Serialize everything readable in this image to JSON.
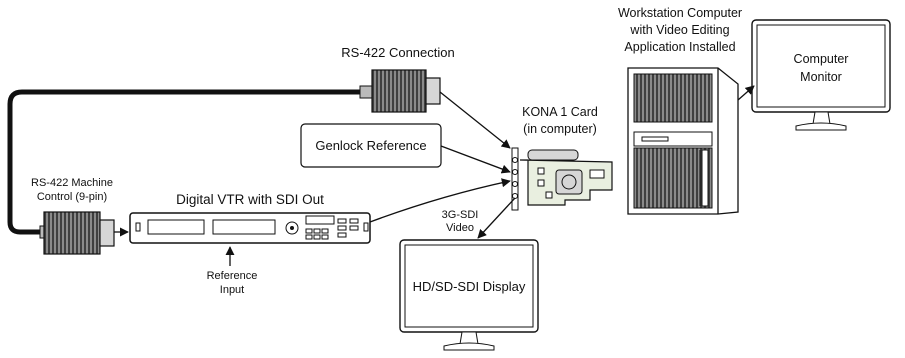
{
  "labels": {
    "workstation": [
      "Workstation Computer",
      "with Video Editing",
      "Application Installed"
    ],
    "computer_monitor": [
      "Computer",
      "Monitor"
    ],
    "rs422_connection": "RS-422 Connection",
    "kona_card": [
      "KONA 1 Card",
      "(in computer)"
    ],
    "genlock_reference": "Genlock Reference",
    "rs422_machine_control": [
      "RS-422 Machine",
      "Control (9-pin)"
    ],
    "digital_vtr": "Digital VTR with SDI Out",
    "sdi_video": [
      "3G-SDI",
      "Video"
    ],
    "reference_input": [
      "Reference",
      "Input"
    ],
    "display": "HD/SD-SDI Display"
  },
  "colors": {
    "line": "#111111",
    "connector_dark": "#555555",
    "connector_light": "#d6d6d6",
    "card_green": "#e9efe0"
  }
}
